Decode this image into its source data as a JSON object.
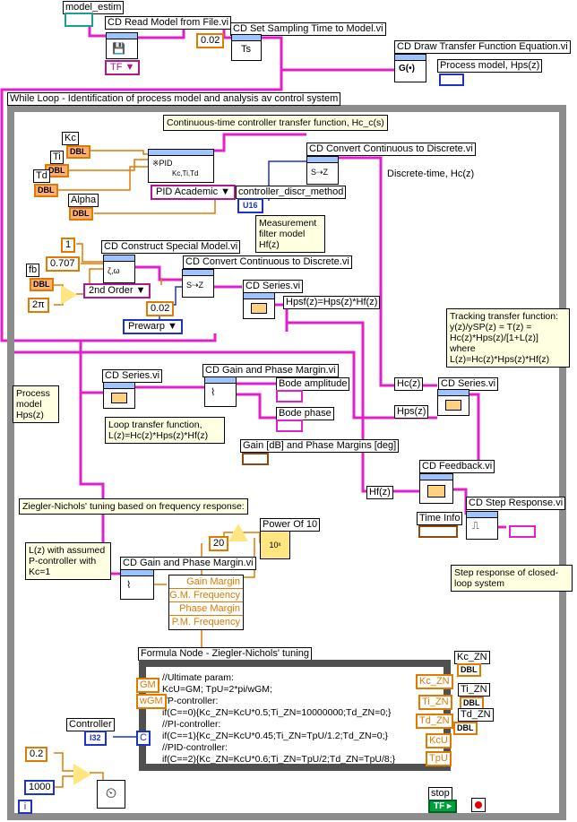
{
  "top": {
    "model_estim_label": "model_estim",
    "read_model_vi": "CD Read Model from File.vi",
    "tf_enum": "TF",
    "set_sampling_vi": "CD Set Sampling Time to Model.vi",
    "sampling_value": "0.02",
    "draw_tf_vi": "CD Draw Transfer Function Equation.vi",
    "process_model_label": "Process model, Hps(z)"
  },
  "loop": {
    "title": "While Loop - Identification of process model and analysis av control system",
    "stop_label": "stop",
    "stop_tf": "TF",
    "iteration": "i"
  },
  "controller": {
    "note_continuous": "Continuous-time controller transfer function, Hc_c(s)",
    "kc_label": "Kc",
    "ti_label": "Ti",
    "td_label": "Td",
    "alpha_label": "Alpha",
    "dbl": "DBL",
    "pid_ports": "Kc,Ti,Td",
    "pid_type": "PID Academic",
    "convert_vi": "CD Convert Continuous to Discrete.vi",
    "discr_method_label": "controller_discr_method",
    "u16": "U16",
    "discrete_label": "Discrete-time, Hc(z)"
  },
  "filter": {
    "construct_vi": "CD Construct Special Model.vi",
    "const_1": "1",
    "const_0707": "0.707",
    "fb_label": "fb",
    "two_pi": "2π",
    "order_enum": "2nd Order",
    "convert2_vi": "CD Convert Continuous to Discrete.vi",
    "sample_002": "0.02",
    "prewarp": "Prewarp",
    "note_filter": "Measurement filter model Hf(z)",
    "series_vi": "CD Series.vi",
    "hpsf_label": "Hpsf(z)=Hps(z)*Hf(z)"
  },
  "analysis": {
    "process_model_note": "Process model Hps(z)",
    "series2_vi": "CD Series.vi",
    "gain_phase_vi": "CD Gain and Phase Margin.vi",
    "bode_amp": "Bode amplitude",
    "bode_phase": "Bode phase",
    "gain_phase_margins": "Gain [dB] and Phase Margins [deg]",
    "loop_tf_note": "Loop transfer function, L(z)=Hc(z)*Hps(z)*Hf(z)",
    "tracking_note": "Tracking transfer function: y(z)/ySP(z) = T(z) = Hc(z)*Hps(z)/[1+L(z)] where L(z)=Hc(z)*Hps(z)*Hf(z)",
    "hc_label": "Hc(z)",
    "hps_label": "Hps(z)",
    "hf_label": "Hf(z)",
    "series3_vi": "CD Series.vi",
    "feedback_vi": "CD Feedback.vi",
    "step_vi": "CD Step Response.vi",
    "time_info": "Time Info",
    "step_note": "Step response of closed-loop system"
  },
  "zn": {
    "title": "Ziegler-Nichols' tuning based on frequency response:",
    "p_note": "L(z) with assumed P-controller with Kc=1",
    "gain_phase_vi": "CD Gain and Phase Margin.vi",
    "power10": "Power Of 10",
    "const_20": "20",
    "unbundle": [
      "Gain Margin",
      "G.M. Frequency",
      "Phase Margin",
      "P.M. Frequency"
    ],
    "formula_title": "Formula Node - Ziegler-Nichols' tuning",
    "formula_lines": [
      "//Ultimate param:",
      "KcU=GM; TpU=2*pi/wGM;",
      "//P-controller:",
      "if(C==0){Kc_ZN=KcU*0.5;Ti_ZN=10000000;Td_ZN=0;}",
      "//PI-controller:",
      "if(C==1){Kc_ZN=KcU*0.45;Ti_ZN=TpU/1.2;Td_ZN=0;}",
      "//PID-controller:",
      "if(C==2){Kc_ZN=KcU*0.6;Ti_ZN=TpU/2;Td_ZN=TpU/8;}"
    ],
    "in_gm": "GM",
    "in_wgm": "wGM",
    "in_c": "C",
    "out_kc": "Kc_ZN",
    "out_ti": "Ti_ZN",
    "out_td": "Td_ZN",
    "out_kcu": "KcU",
    "out_tpu": "TpU",
    "ind_kc": "Kc_ZN",
    "ind_ti": "Ti_ZN",
    "ind_td": "Td_ZN",
    "controller_label": "Controller",
    "i32": "I32",
    "const_02": "0.2",
    "const_1000": "1000"
  },
  "colors": {
    "pink_wire": "#e020c8",
    "orange_wire": "#e07a00",
    "blue_wire": "#1c32c8",
    "loop_border": "#8c8c8c",
    "note_bg": "#ffffe1"
  }
}
